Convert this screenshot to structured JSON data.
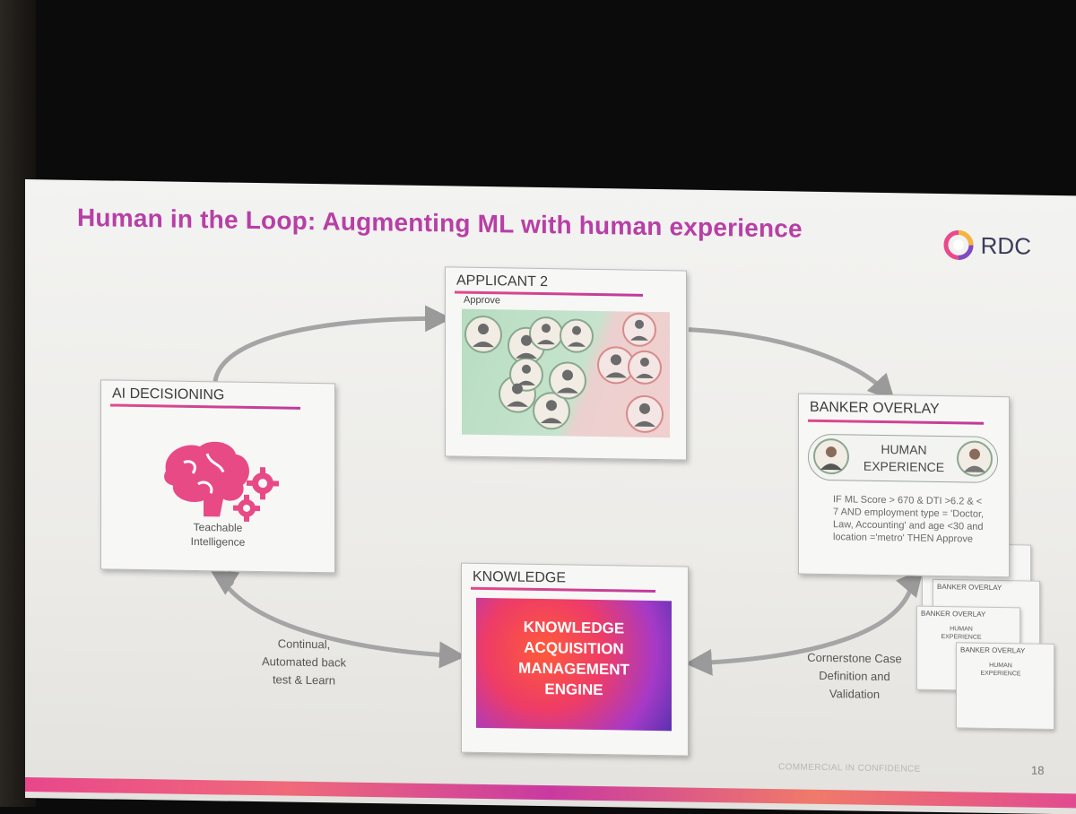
{
  "slide": {
    "title": "Human in the Loop: Augmenting ML with human experience",
    "logo_text": "RDC",
    "footer": "COMMERCIAL IN CONFIDENCE",
    "page_number": "18",
    "colors": {
      "title": "#b73fa6",
      "accent_rule": "#e04a8a",
      "brain": "#e84a86"
    }
  },
  "applicant": {
    "title": "APPLICANT 2",
    "subtitle": "Approve"
  },
  "ai_decisioning": {
    "title": "AI DECISIONING",
    "caption_line1": "Teachable",
    "caption_line2": "Intelligence",
    "icon": "brain-gears-icon"
  },
  "banker_overlay": {
    "title": "BANKER OVERLAY",
    "experience_line1": "HUMAN",
    "experience_line2": "EXPERIENCE",
    "rule": "IF ML Score > 670 & DTI >6.2 & < 7   AND employment type = 'Doctor, Law, Accounting' and age <30 and location ='metro' THEN Approve"
  },
  "knowledge": {
    "title": "KNOWLEDGE",
    "engine_lines": [
      "KNOWLEDGE",
      "ACQUISITION",
      "MANAGEMENT",
      "ENGINE"
    ]
  },
  "labels": {
    "left_line1": "Continual,",
    "left_line2": "Automated back",
    "left_line3": "test & Learn",
    "right_line1": "Cornerstone Case",
    "right_line2": "Definition and",
    "right_line3": "Validation"
  },
  "stack_cards": {
    "title": "BANKER OVERLAY",
    "experience_line1": "HUMAN",
    "experience_line2": "EXPERIENCE"
  }
}
